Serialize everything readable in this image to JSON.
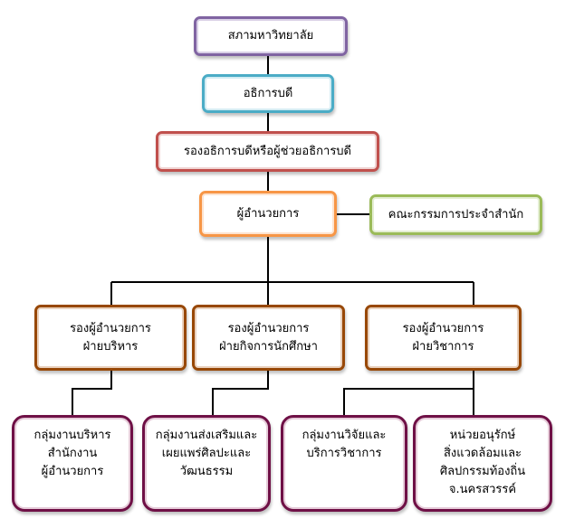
{
  "nodes": {
    "council": "สภามหาวิทยาลัย",
    "president": "อธิการบดี",
    "vice_president": "รองอธิการบดีหรือผู้ช่วยอธิการบดี",
    "director": "ผู้อำนวยการ",
    "committee": "คณะกรรมการประจำสำนัก",
    "deputy_admin": [
      "รองผู้อำนวยการ",
      "ฝ่ายบริหาร"
    ],
    "deputy_student": [
      "รองผู้อำนวยการ",
      "ฝ่ายกิจการนักศึกษา"
    ],
    "deputy_academic": [
      "รองผู้อำนวยการ",
      "ฝ่ายวิชาการ"
    ],
    "unit_admin": [
      "กลุ่มงานบริหาร",
      "สำนักงาน",
      "ผู้อำนวยการ"
    ],
    "unit_arts": [
      "กลุ่มงานส่งเสริมและ",
      "เผยแพร่ศิลปะและ",
      "วัฒนธรรม"
    ],
    "unit_research": [
      "กลุ่มงานวิจัยและ",
      "บริการวิชาการ"
    ],
    "unit_local": [
      "หน่วยอนุรักษ์",
      "สิ่งแวดล้อมและ",
      "ศิลปกรรมท้องถิ่น",
      "จ.นครสวรรค์"
    ]
  },
  "colors": {
    "council": "#8064a2",
    "president": "#4bacc6",
    "vice_president": "#c0504d",
    "director": "#f79646",
    "committee": "#9bbb59",
    "deputy": "#984807",
    "unit": "#6f1046",
    "connector": "#000000"
  }
}
